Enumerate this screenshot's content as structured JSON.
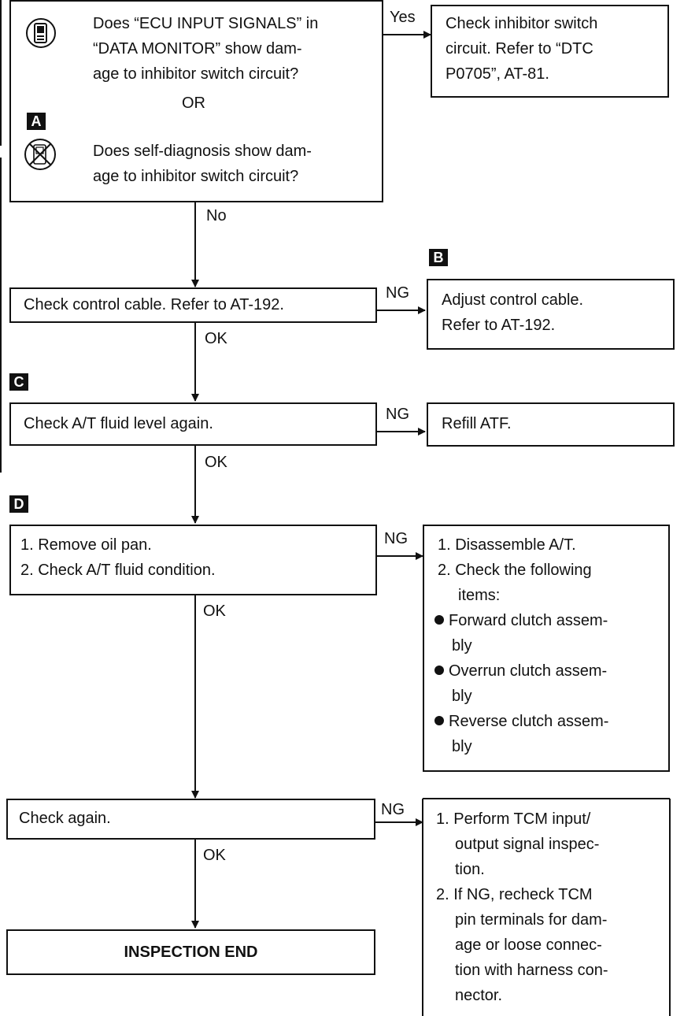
{
  "q1": {
    "consult_lines": [
      "Does “ECU INPUT SIGNALS” in",
      "“DATA MONITOR” show dam-",
      "age to inhibitor switch circuit?"
    ],
    "or_label": "OR",
    "step": "A",
    "nonconsult_lines": [
      "Does self-diagnosis show dam-",
      "age to inhibitor switch circuit?"
    ],
    "yes_label": "Yes",
    "no_label": "No"
  },
  "r1": {
    "lines": [
      "Check inhibitor switch",
      "circuit. Refer to “DTC",
      "P0705”, AT-81."
    ]
  },
  "step_b": "B",
  "q2": {
    "text": "Check control cable. Refer to AT-192.",
    "ng": "NG",
    "ok": "OK"
  },
  "r2": {
    "lines": [
      "Adjust control cable.",
      "Refer to AT-192."
    ]
  },
  "step_c": "C",
  "q3": {
    "text": "Check A/T fluid level again.",
    "ng": "NG",
    "ok": "OK"
  },
  "r3": {
    "text": "Refill ATF."
  },
  "step_d": "D",
  "q4": {
    "lines": [
      "1. Remove oil pan.",
      "2. Check A/T fluid condition."
    ],
    "ng": "NG",
    "ok": "OK"
  },
  "r4": {
    "lines": [
      "1. Disassemble A/T.",
      "2. Check the following",
      "items:"
    ],
    "bullets": [
      [
        "Forward clutch assem-",
        "bly"
      ],
      [
        "Overrun clutch assem-",
        "bly"
      ],
      [
        "Reverse clutch assem-",
        "bly"
      ]
    ]
  },
  "q5": {
    "text": "Check again.",
    "ng": "NG",
    "ok": "OK"
  },
  "r5": {
    "lines": [
      "1. Perform TCM input/",
      "output signal inspec-",
      "tion.",
      "2. If NG, recheck TCM",
      "pin terminals for dam-",
      "age or loose connec-",
      "tion with harness con-",
      "nector."
    ]
  },
  "end": {
    "text": "INSPECTION END"
  },
  "icons": {
    "consult": "consult-tool-icon",
    "no_consult": "no-consult-tool-icon"
  }
}
